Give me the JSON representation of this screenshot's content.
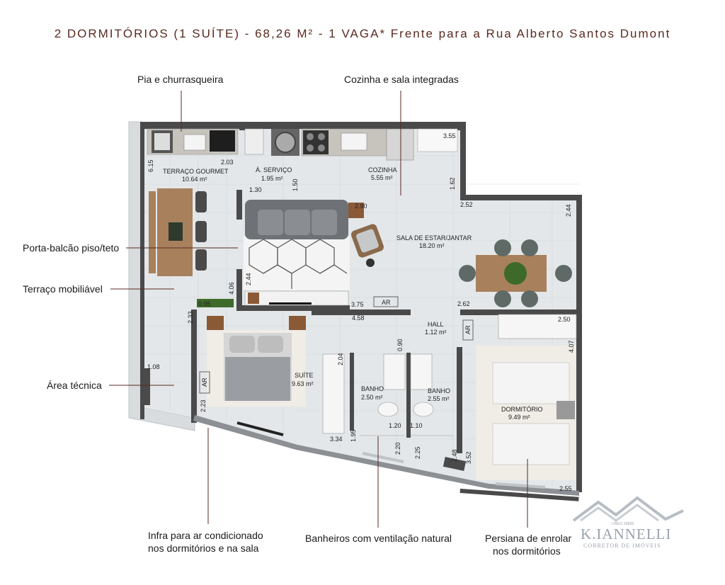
{
  "headline": "2 DORMITÓRIOS (1 SUÍTE) -  68,26 M² - 1 VAGA* Frente para a Rua Alberto Santos Dumont",
  "callouts": {
    "pia": "Pia e churrasqueira",
    "cozinha": "Cozinha e sala integradas",
    "porta": "Porta-balcão piso/teto",
    "terraco": "Terraço mobiliável",
    "area_tecnica": "Área técnica",
    "infra_1": "Infra para ar condicionado",
    "infra_2": "nos dormitórios e na sala",
    "banheiros": "Banheiros com ventilação natural",
    "persiana_1": "Persiana de enrolar",
    "persiana_2": "nos dormitórios"
  },
  "rooms": {
    "terraco_name": "TERRAÇO GOURMET",
    "terraco_area": "10.64 m²",
    "servico_name": "Á. SERVIÇO",
    "servico_area": "1.95 m²",
    "cozinha_name": "COZINHA",
    "cozinha_area": "5.55 m²",
    "sala_name": "SALA DE ESTAR/JANTAR",
    "sala_area": "18.20 m²",
    "hall_name": "HALL",
    "hall_area": "1.12 m²",
    "suite_name": "SUÍTE",
    "suite_area": "9.63 m²",
    "banho1_name": "BANHO",
    "banho1_area": "2.50 m²",
    "banho2_name": "BANHO",
    "banho2_area": "2.55 m²",
    "dorm_name": "DORMITÓRIO",
    "dorm_area": "9.49 m²"
  },
  "dims": {
    "d615": "6.15",
    "d203": "2.03",
    "d130": "1.30",
    "d150": "1.50",
    "d355": "3.55",
    "d162": "1.62",
    "d252": "2.52",
    "d244a": "2.44",
    "d290": "2.90",
    "d244b": "2.44",
    "d406": "4.06",
    "d095": "0.95",
    "d375": "3.75",
    "d262": "2.62",
    "d233": "2.33",
    "d458": "4.58",
    "d090": "0.90",
    "d250": "2.50",
    "d407": "4.07",
    "d204": "2.04",
    "d108": "1.08",
    "d223": "2.23",
    "d195": "1.95",
    "d120": "1.20",
    "d110": "1.10",
    "d334": "3.34",
    "d220": "2.20",
    "d225": "2.25",
    "d248": "2.48",
    "d352": "3.52",
    "d255": "2.55"
  },
  "ar_labels": {
    "ar_sala": "AR",
    "ar_suite": "AR",
    "ar_dorm": "AR"
  },
  "logo": {
    "name": "K.IANNELLI",
    "sub": "CORRETOR DE IMÓVEIS",
    "creci": "CRECI 15828"
  },
  "colors": {
    "wall": "#4a4a4a",
    "floor": "#e3e7e9",
    "terrace_floor": "#ebeced",
    "headline": "#5a2a20",
    "wood": "#a9805c"
  }
}
